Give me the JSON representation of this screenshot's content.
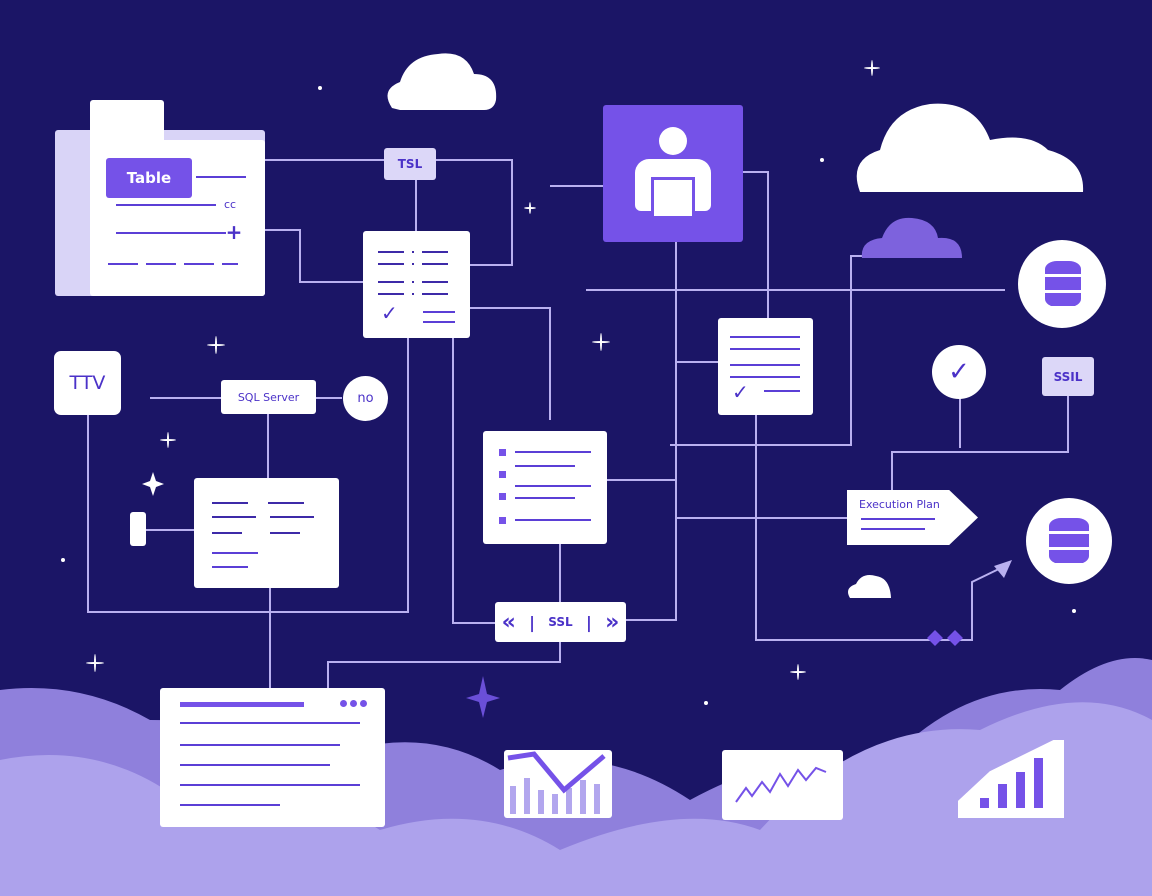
{
  "colors": {
    "background": "#1b1566",
    "accent": "#7552e8",
    "cloud": "#a89ce6",
    "text": "#4b32c8"
  },
  "folder": {
    "table_label": "Table",
    "cc_label": "cc",
    "plus_label": "+"
  },
  "nodes": {
    "tsl": "TSL",
    "ttv": "TTV",
    "sql_server": "SQL Server",
    "no_badge": "no",
    "ssil": "SSIL",
    "execution_plan": "Execution Plan",
    "ssl": "SSL",
    "prev": "«",
    "next": "»"
  },
  "icons": [
    "user-icon",
    "database-icon",
    "check-badge-icon",
    "list-icon",
    "bar-chart-icon",
    "line-chart-icon",
    "cloud-icon",
    "sparkle-icon"
  ]
}
